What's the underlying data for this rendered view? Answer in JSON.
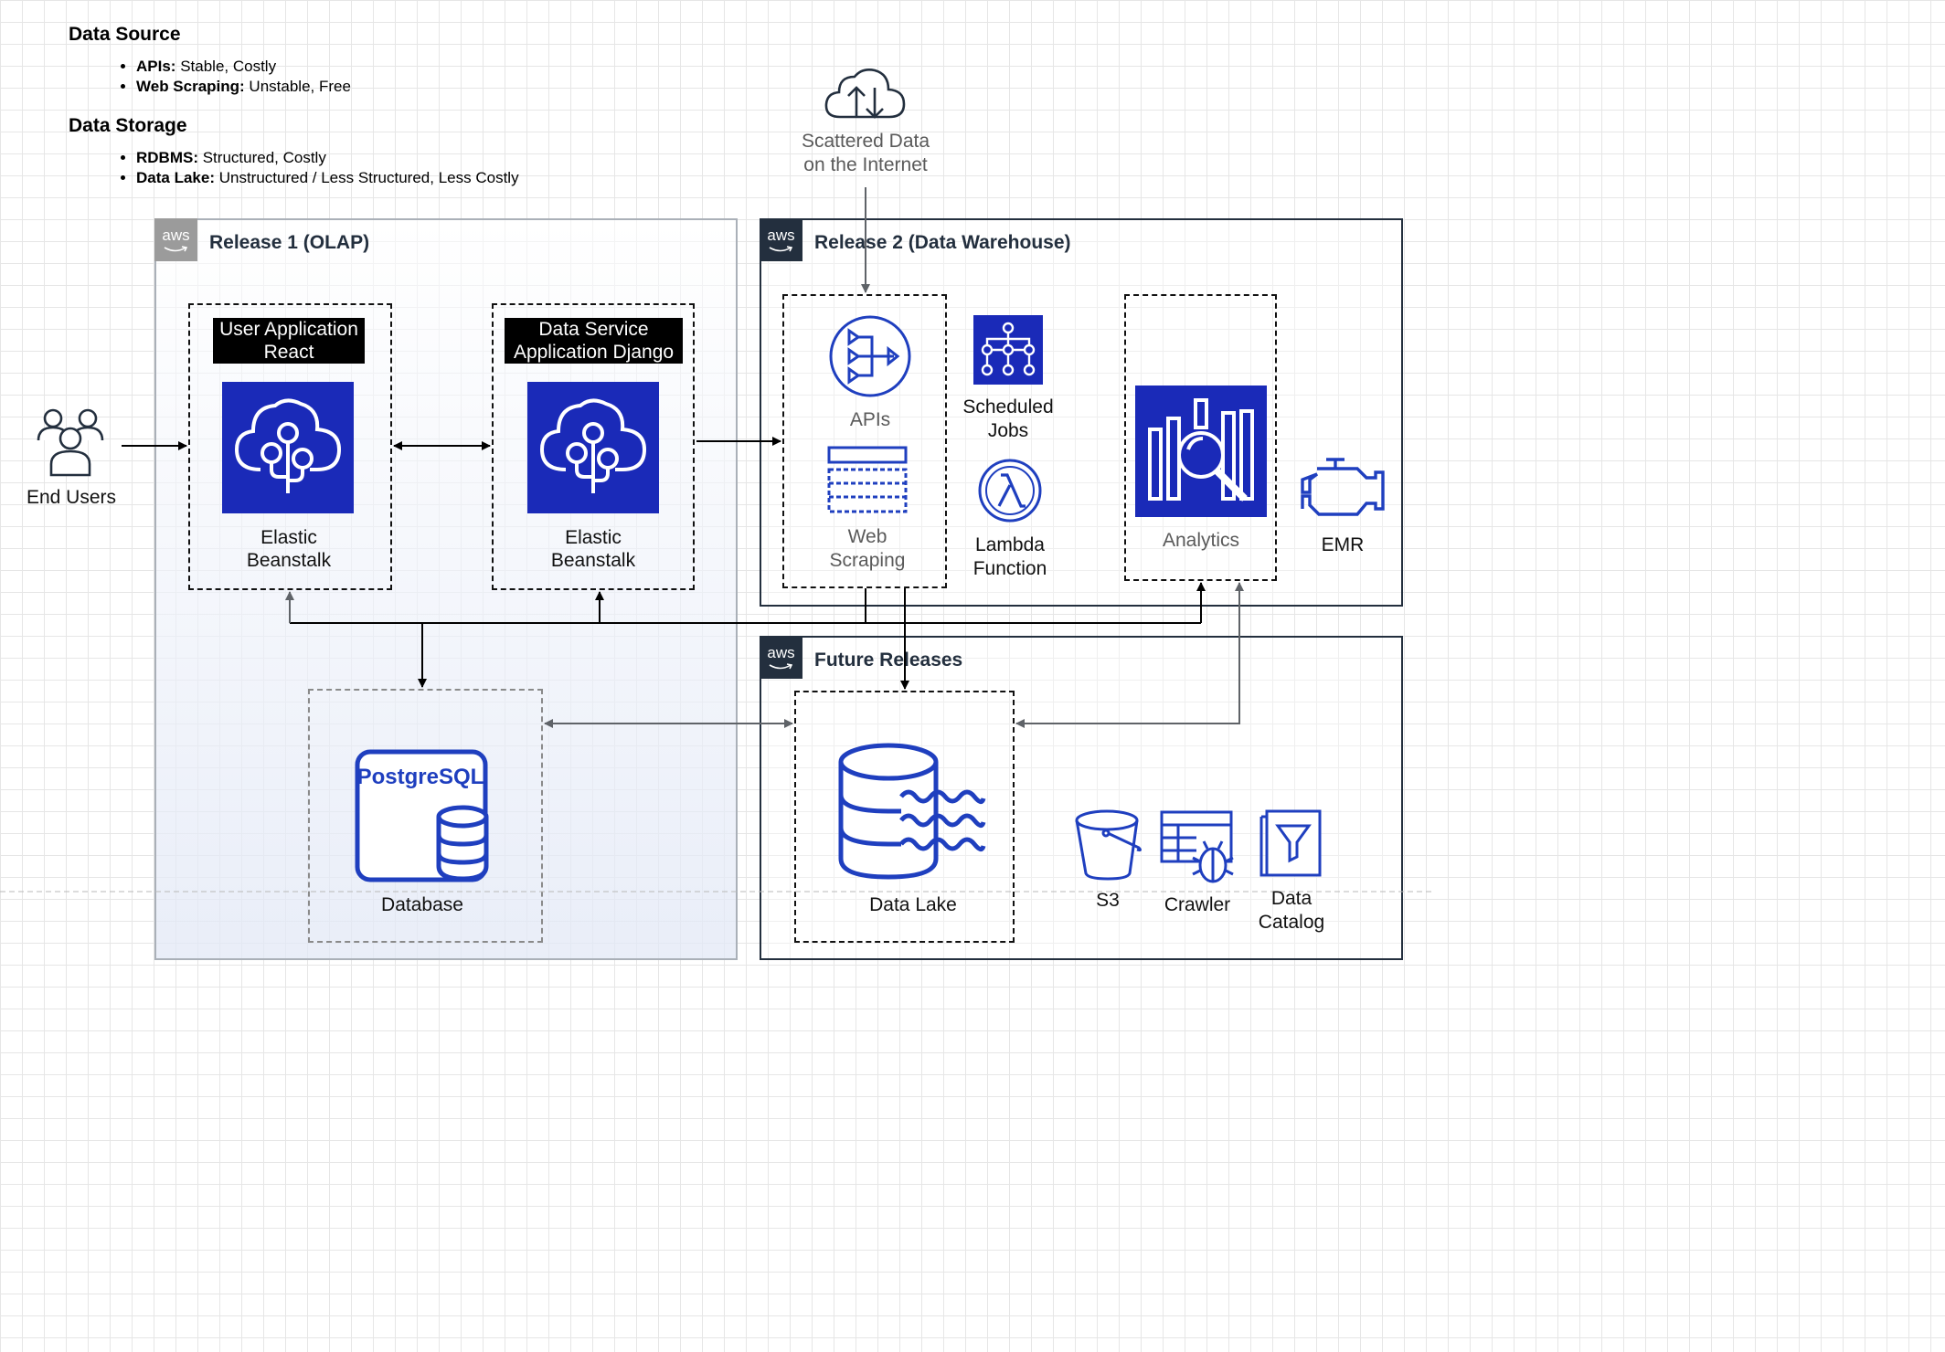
{
  "notes": {
    "source_heading": "Data Source",
    "source_items": [
      {
        "bold": "APIs:",
        "text": " Stable, Costly"
      },
      {
        "bold": "Web Scraping:",
        "text": " Unstable, Free"
      }
    ],
    "storage_heading": "Data Storage",
    "storage_items": [
      {
        "bold": "RDBMS:",
        "text": " Structured, Costly"
      },
      {
        "bold": "Data Lake:",
        "text": " Unstructured / Less Structured, Less Costly"
      }
    ]
  },
  "groups": {
    "release1": {
      "badge": "aws",
      "title": "Release 1 (OLAP)"
    },
    "release2": {
      "badge": "aws",
      "title": "Release 2 (Data Warehouse)"
    },
    "future": {
      "badge": "aws",
      "title": "Future Releases"
    }
  },
  "nodes": {
    "end_users": "End Users",
    "cloud": {
      "line1": "Scattered Data",
      "line2": "on the Internet"
    },
    "user_app": {
      "tag_line1": "User Application",
      "tag_line2": "React",
      "label_line1": "Elastic",
      "label_line2": "Beanstalk"
    },
    "data_app": {
      "tag_line1": "Data Service",
      "tag_line2": "Application Django",
      "label_line1": "Elastic",
      "label_line2": "Beanstalk"
    },
    "apis": "APIs",
    "web_scraping": {
      "line1": "Web",
      "line2": "Scraping"
    },
    "scheduled_jobs": {
      "line1": "Scheduled",
      "line2": "Jobs"
    },
    "lambda": {
      "line1": "Lambda",
      "line2": "Function"
    },
    "analytics": "Analytics",
    "emr": "EMR",
    "database": {
      "logo_text": "PostgreSQL",
      "label": "Database"
    },
    "data_lake": "Data Lake",
    "s3": "S3",
    "crawler": "Crawler",
    "data_catalog": {
      "line1": "Data",
      "line2": "Catalog"
    }
  },
  "colors": {
    "aws_blue": "#1a2ab8",
    "aws_dark": "#232f3e",
    "icon_outline": "#1f3fbf",
    "badge_gray": "#9b9b9b",
    "connector": "#000000",
    "connector_light": "#5f6368"
  }
}
